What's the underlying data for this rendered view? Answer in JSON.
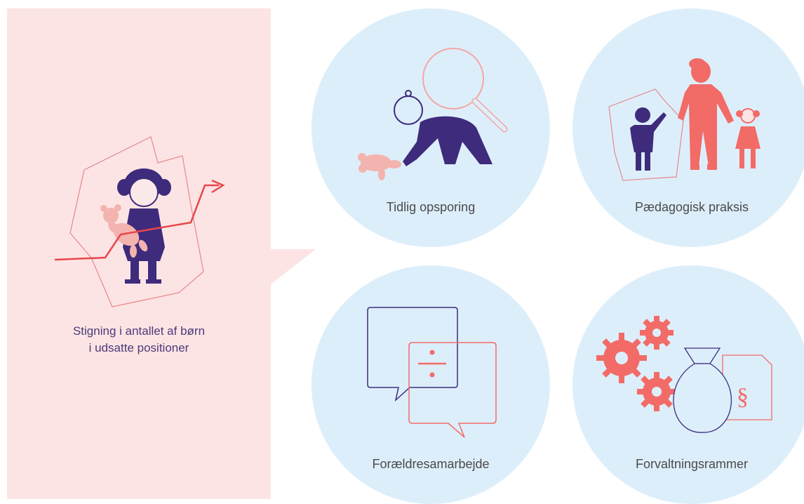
{
  "colors": {
    "panel_bg": "#fde4e4",
    "circle_bg": "#ddeefb",
    "purple": "#3e2b7c",
    "coral": "#f26b67",
    "light_pink": "#f3b3ae"
  },
  "main_panel": {
    "label_line1": "Stigning i antallet af børn",
    "label_line2": "i udsatte positioner",
    "icon": "girl-with-rising-trend-icon"
  },
  "circles": [
    {
      "label": "Tidlig opsporing",
      "icon": "crawling-baby-magnifier-icon"
    },
    {
      "label": "Pædagogisk praksis",
      "icon": "adult-with-children-icon"
    },
    {
      "label": "Forældresamarbejde",
      "icon": "speech-bubbles-icon"
    },
    {
      "label": "Forvaltningsrammer",
      "icon": "gears-money-paragraph-icon"
    }
  ]
}
